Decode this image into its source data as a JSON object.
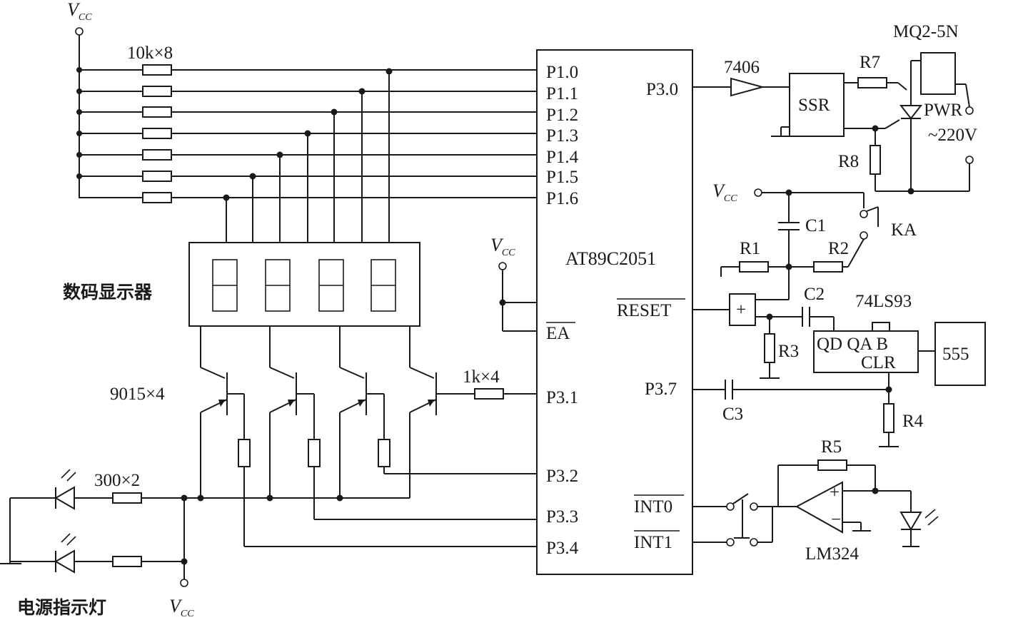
{
  "labels": {
    "vcc": "V",
    "vcc_sub": "CC",
    "resistor_bank": "10k×8",
    "mcu": "AT89C2051",
    "display": "数码显示器",
    "transistors": "9015×4",
    "base_resistors": "1k×4",
    "led_resistors": "300×2",
    "power_indicator": "电源指示灯",
    "buffer": "7406",
    "ssr": "SSR",
    "relay": "MQ2-5N",
    "pwr": "PWR",
    "mains": "~220V",
    "r1": "R1",
    "r2": "R2",
    "r3": "R3",
    "r4": "R4",
    "r5": "R5",
    "r7": "R7",
    "r8": "R8",
    "c1": "C1",
    "c2": "C2",
    "c3": "C3",
    "ka": "KA",
    "counter": "74LS93",
    "counter_pins_top": "QD QA B",
    "counter_clr": "CLR",
    "timer": "555",
    "opamp": "LM324",
    "gate_plus": "+"
  },
  "pins": {
    "p1_0": "P1.0",
    "p1_1": "P1.1",
    "p1_2": "P1.2",
    "p1_3": "P1.3",
    "p1_4": "P1.4",
    "p1_5": "P1.5",
    "p1_6": "P1.6",
    "ea": "EA",
    "p3_1": "P3.1",
    "p3_2": "P3.2",
    "p3_3": "P3.3",
    "p3_4": "P3.4",
    "p3_0": "P3.0",
    "reset": "RESET",
    "p3_7": "P3.7",
    "int0": "INT0",
    "int1": "INT1"
  }
}
